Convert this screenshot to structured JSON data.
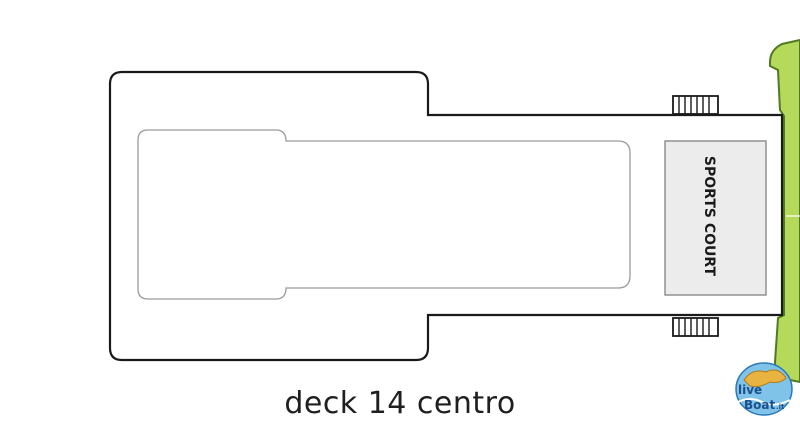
{
  "deck": {
    "caption": "deck 14 centro",
    "sports_court_label": "SPORTS COURT"
  },
  "logo": {
    "line1": "live",
    "line2": "Boat",
    "suffix": ".it"
  },
  "colors": {
    "hull_outline": "#1a1a1a",
    "inner_outline": "#9a9a9a",
    "green_zone": "#b5d95a",
    "green_outline": "#4f7a1f",
    "sports_court_fill": "#ececec",
    "stairs_fill": "#ffffff"
  }
}
